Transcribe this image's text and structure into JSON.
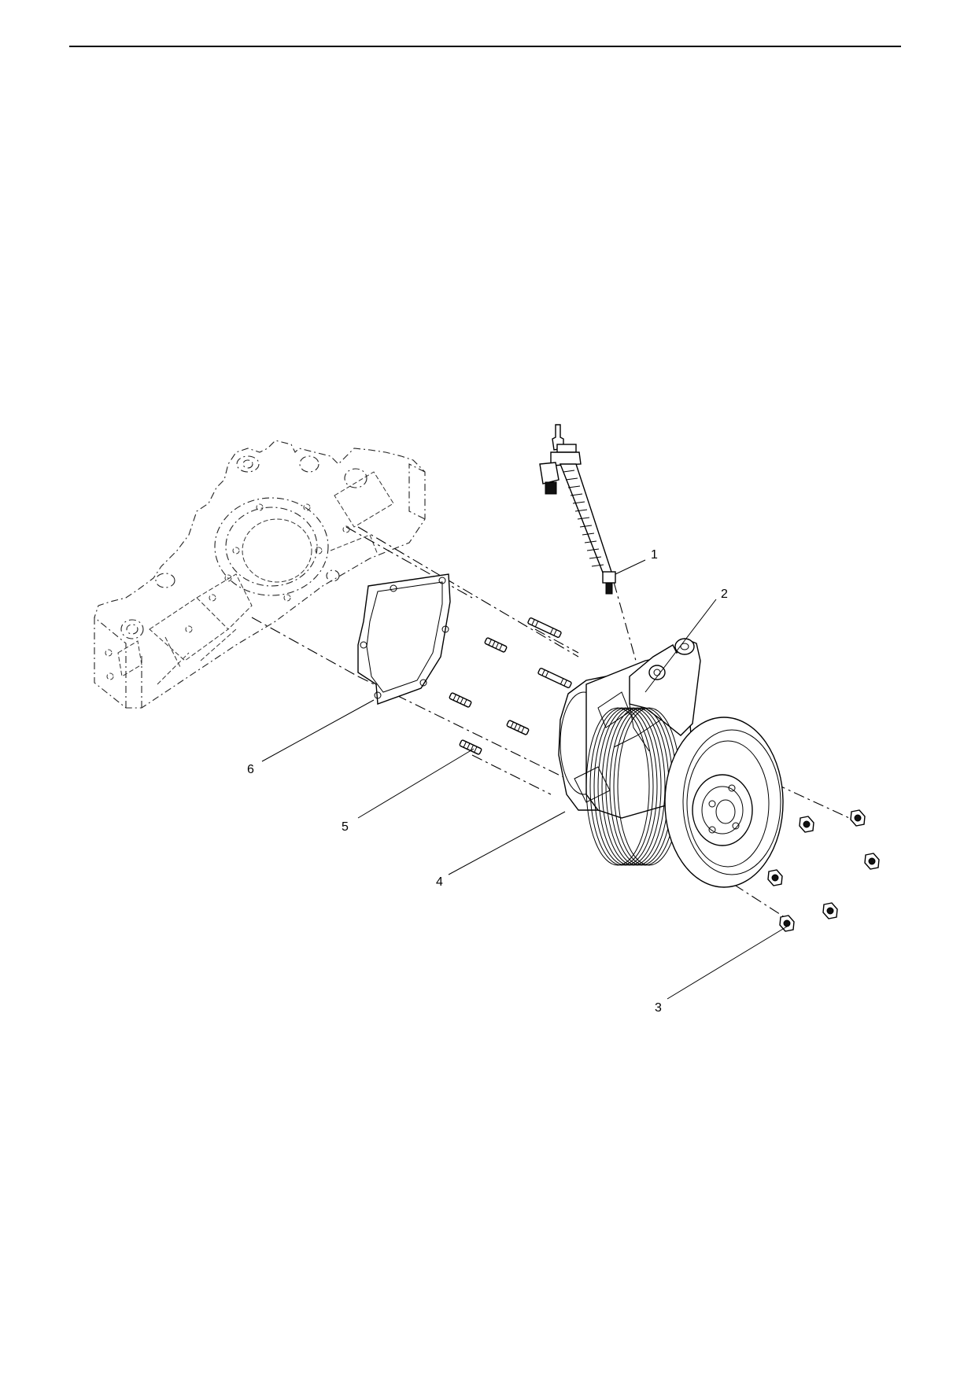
{
  "callouts": [
    {
      "id": "1",
      "label": "1"
    },
    {
      "id": "2",
      "label": "2"
    },
    {
      "id": "3",
      "label": "3"
    },
    {
      "id": "4",
      "label": "4"
    },
    {
      "id": "5",
      "label": "5"
    },
    {
      "id": "6",
      "label": "6"
    }
  ],
  "icons": {
    "housing": "engine-front-housing-icon",
    "gasket": "gasket-icon",
    "pump": "water-pump-icon",
    "stud": "stud-icon",
    "nut": "nut-icon",
    "sensor": "sensor-icon"
  }
}
